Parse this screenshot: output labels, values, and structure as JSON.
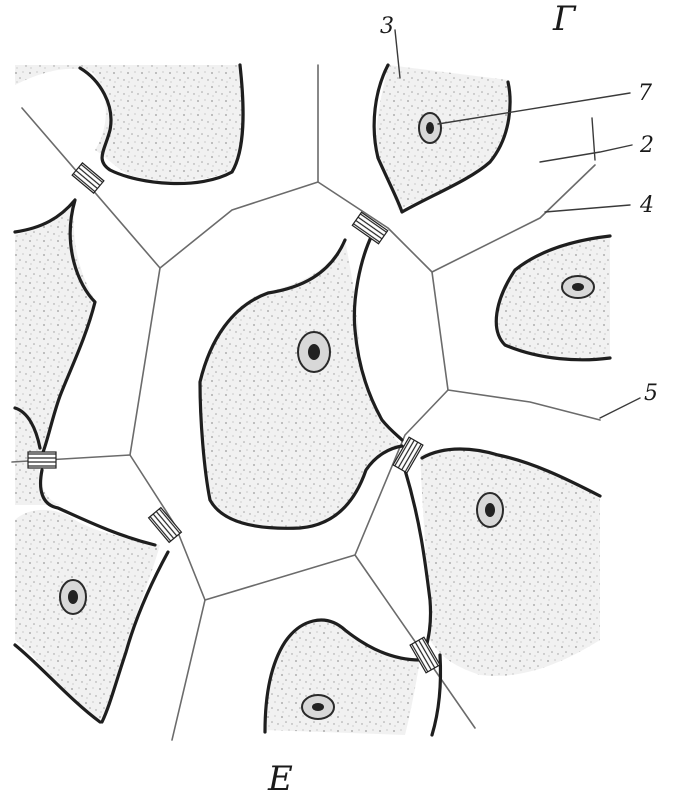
{
  "panel_letter_top": "Г",
  "panel_letter_bottom": "Е",
  "labels": {
    "l3": "3",
    "l7": "7",
    "l2": "2",
    "l4": "4",
    "l5": "5"
  }
}
